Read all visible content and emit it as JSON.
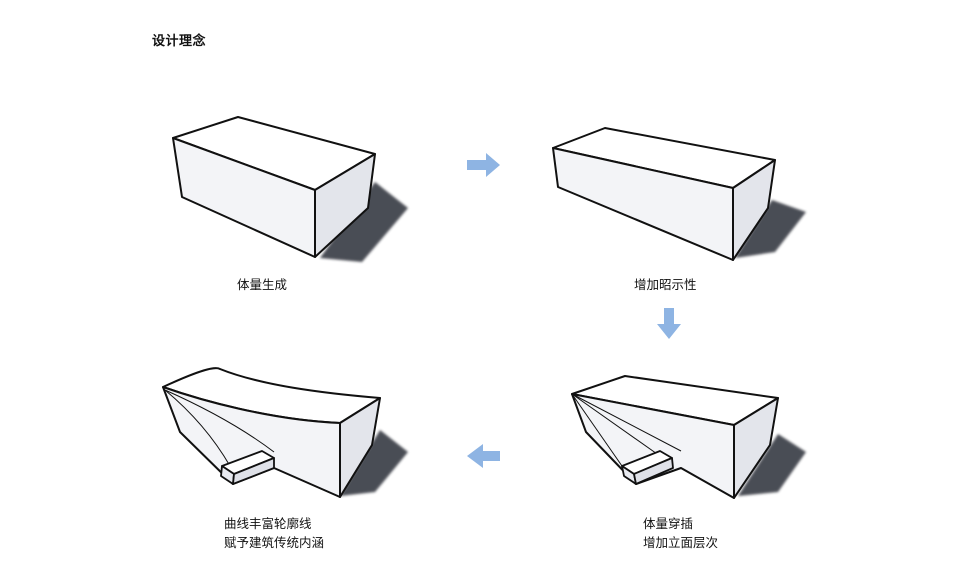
{
  "title": "设计理念",
  "steps": [
    {
      "id": "step-1",
      "caption_lines": [
        "体量生成"
      ]
    },
    {
      "id": "step-2",
      "caption_lines": [
        "增加昭示性"
      ]
    },
    {
      "id": "step-3",
      "caption_lines": [
        "体量穿插",
        "增加立面层次"
      ]
    },
    {
      "id": "step-4",
      "caption_lines": [
        "曲线丰富轮廓线",
        "赋予建筑传统内涵"
      ]
    }
  ],
  "colors": {
    "arrow": "#8eb4e3",
    "outline": "#111111",
    "face_top": "#ffffff",
    "face_side": "#f1f2f6",
    "face_dark": "#dfe1e8",
    "shadow": "#2b2f37"
  },
  "arrows": [
    {
      "name": "arrow-right",
      "direction": "right"
    },
    {
      "name": "arrow-down",
      "direction": "down"
    },
    {
      "name": "arrow-left",
      "direction": "left"
    }
  ]
}
